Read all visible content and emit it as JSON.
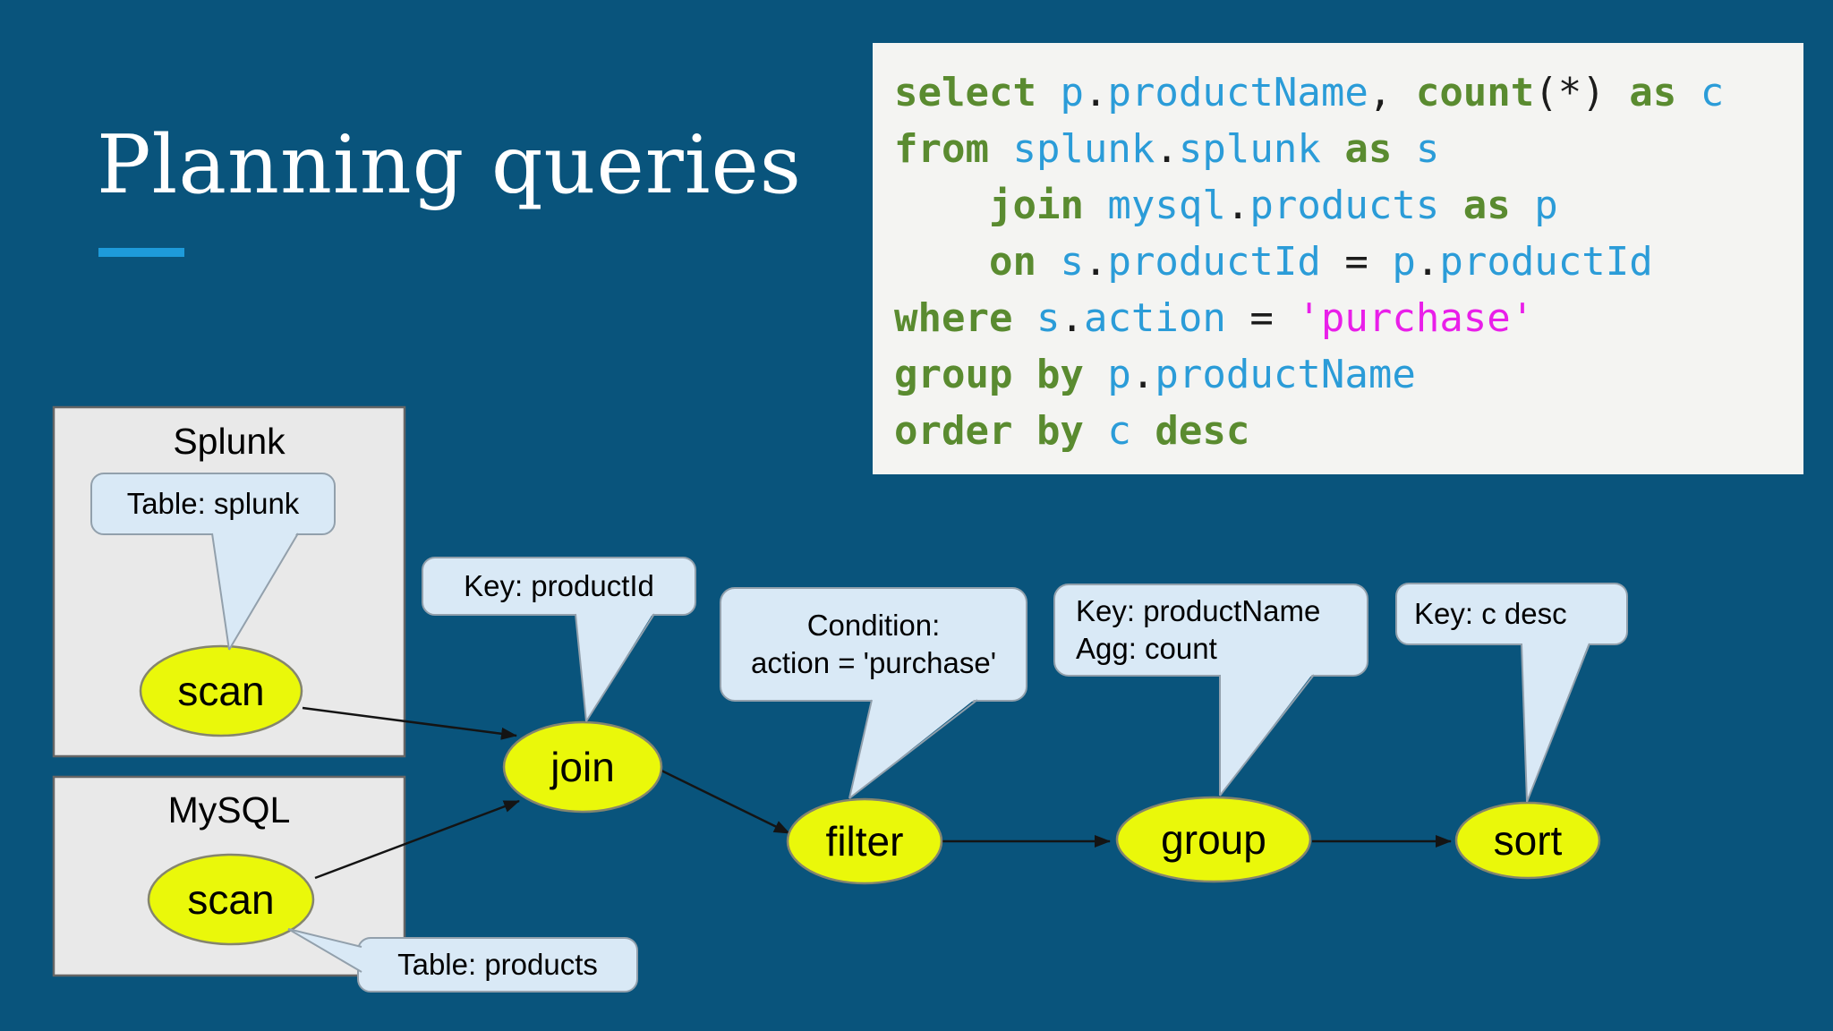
{
  "theme": {
    "bg": "#09547C",
    "accent": "#1E9BDA",
    "title-color": "#FFFFFF",
    "code-bg": "#F4F4F2",
    "node-fill": "#EAF80A",
    "node-stroke": "#85856E",
    "callout-fill": "#D9E9F6",
    "callout-stroke": "#92A0AC",
    "box-fill": "#E9E9E9",
    "box-stroke": "#666666",
    "arrow-color": "#141414",
    "kw": "#5A8B30",
    "ident": "#2B9CD8",
    "punct": "#1C1C1C",
    "str": "#E91FE9"
  },
  "slide": {
    "title": "Planning queries"
  },
  "code": {
    "language": "sql",
    "text": "select p.productName, count(*) as c\nfrom splunk.splunk as s\n    join mysql.products as p\n    on s.productId = p.productId\nwhere s.action = 'purchase'\ngroup by p.productName\norder by c desc",
    "lines": [
      [
        [
          "k",
          "select "
        ],
        [
          "i",
          "p"
        ],
        [
          "p",
          "."
        ],
        [
          "i",
          "productName"
        ],
        [
          "p",
          ", "
        ],
        [
          "k",
          "count"
        ],
        [
          "p",
          "(*) "
        ],
        [
          "k",
          "as "
        ],
        [
          "i",
          "c"
        ]
      ],
      [
        [
          "k",
          "from "
        ],
        [
          "i",
          "splunk"
        ],
        [
          "p",
          "."
        ],
        [
          "i",
          "splunk "
        ],
        [
          "k",
          "as "
        ],
        [
          "i",
          "s"
        ]
      ],
      [
        [
          "p",
          "    "
        ],
        [
          "k",
          "join "
        ],
        [
          "i",
          "mysql"
        ],
        [
          "p",
          "."
        ],
        [
          "i",
          "products "
        ],
        [
          "k",
          "as "
        ],
        [
          "i",
          "p"
        ]
      ],
      [
        [
          "p",
          "    "
        ],
        [
          "k",
          "on "
        ],
        [
          "i",
          "s"
        ],
        [
          "p",
          "."
        ],
        [
          "i",
          "productId "
        ],
        [
          "p",
          "= "
        ],
        [
          "i",
          "p"
        ],
        [
          "p",
          "."
        ],
        [
          "i",
          "productId"
        ]
      ],
      [
        [
          "k",
          "where "
        ],
        [
          "i",
          "s"
        ],
        [
          "p",
          "."
        ],
        [
          "i",
          "action "
        ],
        [
          "p",
          "= "
        ],
        [
          "s",
          "'purchase'"
        ]
      ],
      [
        [
          "k",
          "group by "
        ],
        [
          "i",
          "p"
        ],
        [
          "p",
          "."
        ],
        [
          "i",
          "productName"
        ]
      ],
      [
        [
          "k",
          "order by "
        ],
        [
          "i",
          "c "
        ],
        [
          "k",
          "desc"
        ]
      ]
    ]
  },
  "diagram": {
    "groups": [
      {
        "label": "Splunk"
      },
      {
        "label": "MySQL"
      }
    ],
    "nodes": [
      {
        "id": "scan-splunk",
        "label": "scan"
      },
      {
        "id": "scan-mysql",
        "label": "scan"
      },
      {
        "id": "join",
        "label": "join"
      },
      {
        "id": "filter",
        "label": "filter"
      },
      {
        "id": "group",
        "label": "group"
      },
      {
        "id": "sort",
        "label": "sort"
      }
    ],
    "edges": [
      {
        "from": "scan-splunk",
        "to": "join"
      },
      {
        "from": "scan-mysql",
        "to": "join"
      },
      {
        "from": "join",
        "to": "filter"
      },
      {
        "from": "filter",
        "to": "group"
      },
      {
        "from": "group",
        "to": "sort"
      }
    ],
    "callouts": [
      {
        "id": "table-splunk",
        "target": "scan-splunk",
        "lines": [
          "Table: splunk"
        ]
      },
      {
        "id": "key-productid",
        "target": "join",
        "lines": [
          "Key: productId"
        ]
      },
      {
        "id": "condition",
        "target": "filter",
        "lines": [
          "Condition:",
          "action = 'purchase'"
        ]
      },
      {
        "id": "key-productname",
        "target": "group",
        "lines": [
          "Key: productName",
          "Agg: count"
        ]
      },
      {
        "id": "key-c-desc",
        "target": "sort",
        "lines": [
          "Key: c desc"
        ]
      },
      {
        "id": "table-products",
        "target": "scan-mysql",
        "lines": [
          "Table: products"
        ]
      }
    ]
  }
}
